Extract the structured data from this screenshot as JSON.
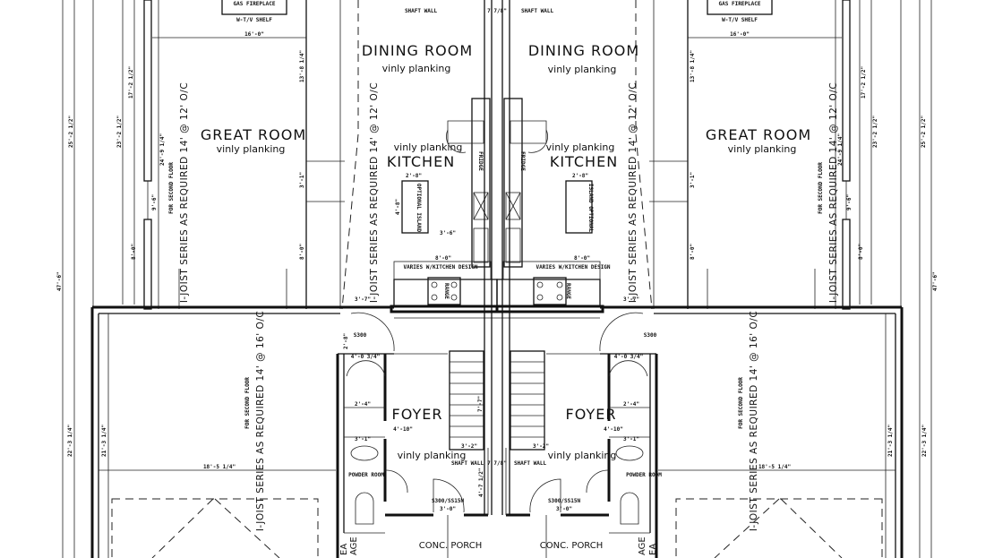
{
  "drawing": {
    "fireplace": "GAS FIREPLACE",
    "tv_shelf": "W-T/V SHELF",
    "shaft_wall": "SHAFT WALL",
    "shaft_dim": "7 7/8\"",
    "dining_room": "DINING ROOM",
    "great_room": "GREAT ROOM",
    "kitchen": "KITCHEN",
    "foyer": "FOYER",
    "flooring": "vinly planking",
    "powder_room": "POWDER ROOM",
    "door_spec": "S300/SS15N",
    "door_width": "3'-0\"",
    "side_door": "S300",
    "porch": "CONC. PORCH",
    "joist_upper": "I-JOIST SERIES AS REQUIRED 14' @ 12' O/C",
    "joist_lower": "I-JOIST SERIES AS REQUIRED 14' @ 16' O/C",
    "second_floor": "FOR SECOND FLOOR",
    "island": "OPTIONAL ISLAND",
    "island_r": "ISLAND OPTIONAL",
    "varies": "VARIES W/KITCHEN DESIGN",
    "range": "RANGE",
    "fridge": "FRIDGE",
    "garage_cut": "AGE",
    "area_cut": "EA"
  },
  "dimensions": {
    "fireplace_width": "16'-0\"",
    "overall_depth": "47'-6\"",
    "upper_depth_a": "25'-2 1/2\"",
    "upper_depth_b": "23'-2 1/2\"",
    "great_wall": "17'-2 1/2\"",
    "joist_span": "24'-9 1/4\"",
    "window": "9'-6\"",
    "lower_wall": "8'-0\"",
    "great_depth": "13'-8 1/4\"",
    "hall": "3'-1\"",
    "great_lower": "8'-0\"",
    "garage_depth_a": "22'-3 1/4\"",
    "garage_depth_b": "21'-3 1/4\"",
    "garage_width": "18'-5 1/4\"",
    "stair_gap": "3'-7\"",
    "door_side": "2'-8\"",
    "island_w": "2'-8\"",
    "island_l": "4'-8\"",
    "counter": "8'-0\"",
    "counter_gap": "3'-6\"",
    "closet": "4'-0 3/4\"",
    "closet_w": "2'-4\"",
    "foyer_w": "4'-10\"",
    "stair_w": "3'-2\"",
    "stair_run": "7'-7\"",
    "wc": "3'-1\"",
    "porch_dim": "4'-7 1/2\""
  }
}
